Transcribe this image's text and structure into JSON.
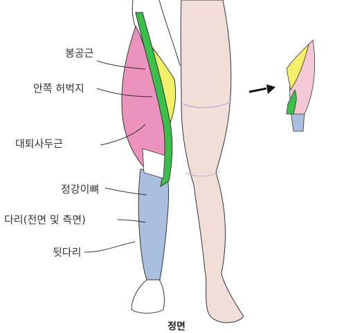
{
  "labels": {
    "sartorius": "봉공근",
    "inner_thigh": "안쪽 허벅지",
    "quadriceps": "대퇴사두근",
    "patellar_ligament": "정강이뼈",
    "leg_front_side": "다리(전면 및 측면)",
    "back_leg": "뒷다리"
  },
  "caption": "정면",
  "colors": {
    "green": "#3bbf4a",
    "yellow": "#f4ef6a",
    "pink": "#eb92bd",
    "light_pink": "#f5c8d8",
    "blue": "#aabfdf",
    "skin": "#f2ded8",
    "outline": "#333333",
    "arrow": "#111111"
  },
  "icons": {
    "arrow": "right-arrow-icon"
  }
}
